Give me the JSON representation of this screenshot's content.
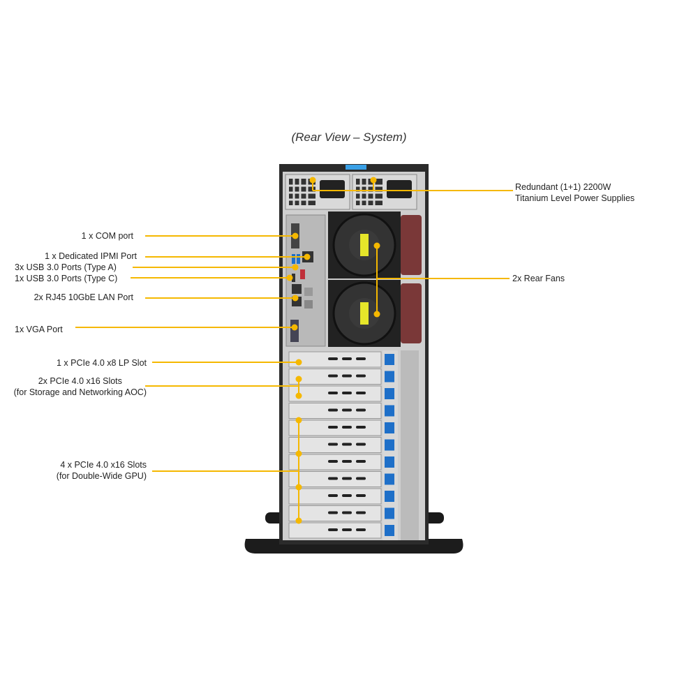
{
  "title": "(Rear View – System)",
  "callouts": {
    "com": "1 x COM  port",
    "ipmi": "1 x Dedicated IPMI  Port",
    "usb_a": "3x USB 3.0 Ports (Type A)",
    "usb_c": "1x USB 3.0 Ports (Type C)",
    "lan": "2x RJ45 10GbE LAN Port",
    "vga": "1x VGA  Port",
    "pcie_x8": "1 x PCIe 4.0 x8 LP Slot",
    "pcie_storage_1": "2x PCIe 4.0 x16 Slots",
    "pcie_storage_2": "(for Storage and Networking AOC)",
    "pcie_gpu_1": "4 x PCIe 4.0 x16 Slots",
    "pcie_gpu_2": "(for Double-Wide GPU)",
    "psu_1": "Redundant (1+1) 2200W",
    "psu_2": "Titanium Level Power Supplies",
    "fans": "2x Rear Fans"
  },
  "colors": {
    "callout": "#f5b800",
    "chassis": "#2b2b2b",
    "latch": "#1e6fc8"
  }
}
